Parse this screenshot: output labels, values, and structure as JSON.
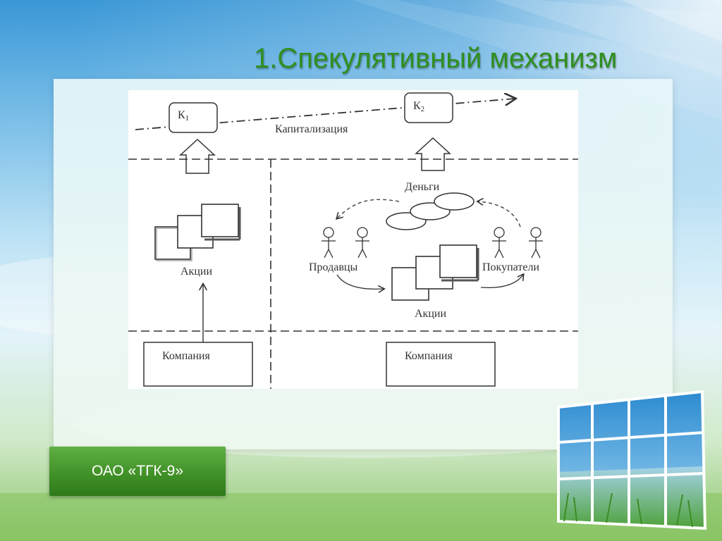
{
  "slide": {
    "title": "1.Спекулятивный механизм",
    "company_badge": "ОАО «ТГК-9»"
  },
  "diagram": {
    "k1_label": "К",
    "k1_sub": "1",
    "k2_label": "К",
    "k2_sub": "2",
    "capitalization_label": "Капитализация",
    "left_shares_label": "Акции",
    "left_company_label": "Компания",
    "money_label": "Деньги",
    "sellers_label": "Продавцы",
    "buyers_label": "Покупатели",
    "right_shares_label": "Акции",
    "right_company_label": "Компания"
  },
  "colors": {
    "title": "#2f8f1f",
    "badge": "#3f8f27",
    "diagram_ink": "#333333"
  }
}
